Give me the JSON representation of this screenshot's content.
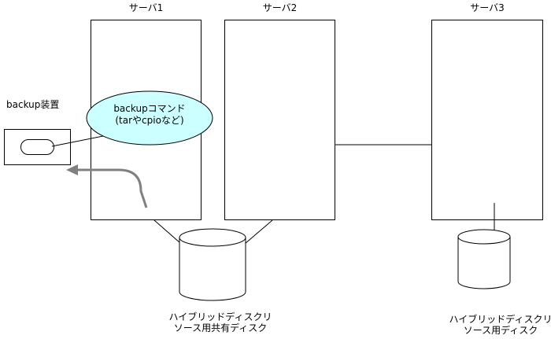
{
  "servers": [
    {
      "label": "サーバ1"
    },
    {
      "label": "サーバ2"
    },
    {
      "label": "サーバ3"
    }
  ],
  "backup_device": {
    "label": "backup装置"
  },
  "backup_command": {
    "line1": "backupコマンド",
    "line2": "(tarやcpioなど)"
  },
  "shared_disk_label": {
    "line1": "ハイブリッドディスクリ",
    "line2": "ソース用共有ディスク"
  },
  "server3_disk_label": {
    "line1": "ハイブリッドディスクリ",
    "line2": "ソース用ディスク"
  },
  "colors": {
    "ellipse_fill": "#ccffff",
    "arrow": "#808080",
    "outline": "#000000",
    "background": "#ffffff"
  }
}
